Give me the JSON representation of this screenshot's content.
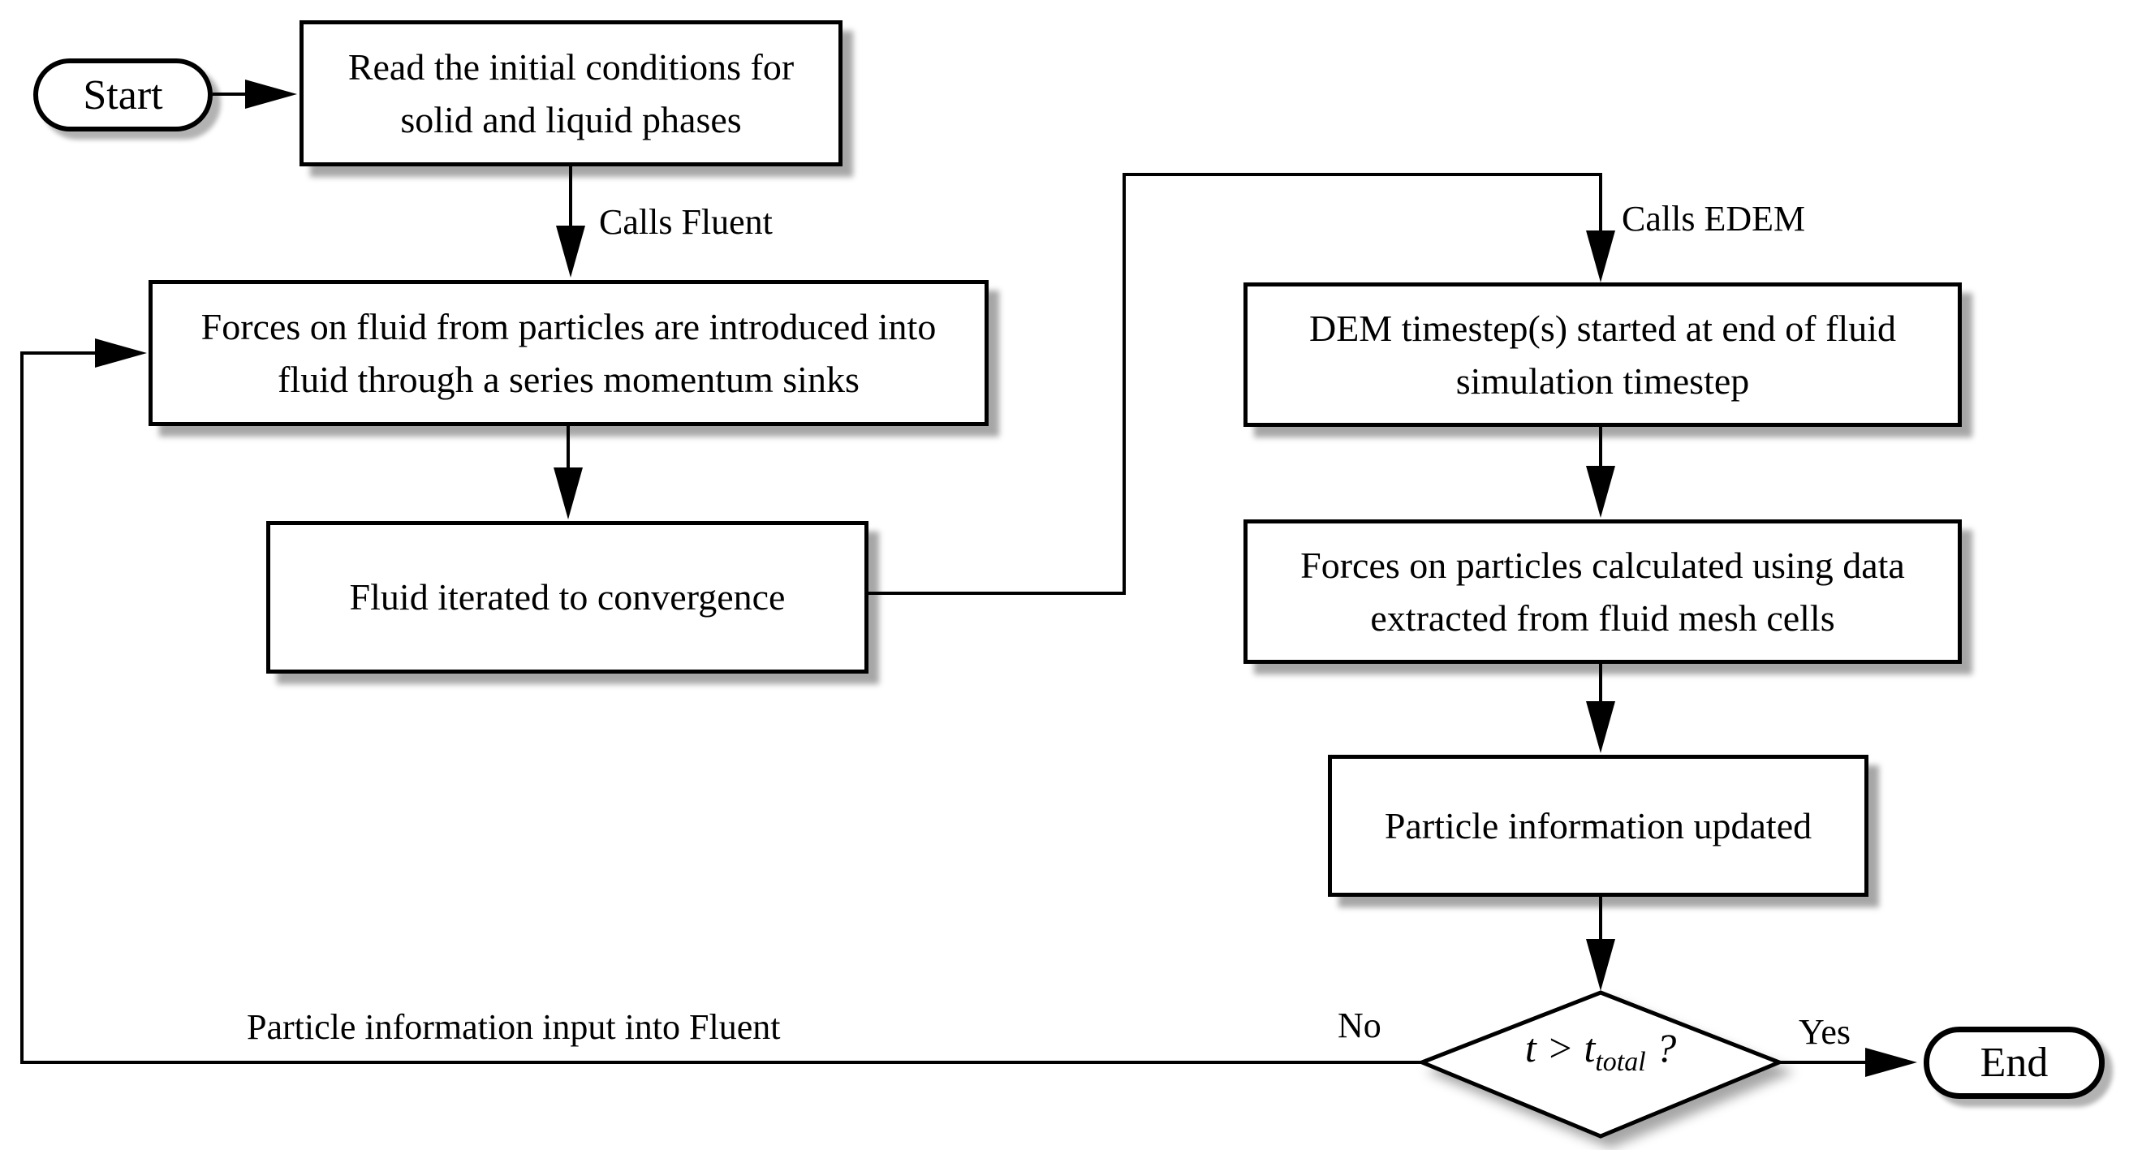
{
  "nodes": {
    "start": {
      "label": "Start"
    },
    "read_initial": {
      "label": "Read the initial conditions for solid and liquid phases"
    },
    "momentum_sinks": {
      "label": "Forces on fluid from particles are introduced into fluid through a series momentum sinks"
    },
    "fluid_iterated": {
      "label": "Fluid iterated to convergence"
    },
    "dem_timestep": {
      "label": "DEM timestep(s) started at end of fluid simulation timestep"
    },
    "forces_particles": {
      "label": "Forces on particles calculated using data extracted from fluid mesh cells"
    },
    "particle_updated": {
      "label": "Particle information updated"
    },
    "decision": {
      "prefix": "t > t",
      "subscript": "total",
      "suffix": " ?"
    },
    "end": {
      "label": "End"
    }
  },
  "edge_labels": {
    "calls_fluent": "Calls Fluent",
    "calls_edem": "Calls EDEM",
    "no": "No",
    "yes": "Yes",
    "feedback": "Particle information input into Fluent"
  },
  "colors": {
    "stroke": "#000000",
    "node_fill": "#ffffff",
    "background": "#ffffff",
    "shadow": "rgba(0,0,0,0.35)"
  }
}
